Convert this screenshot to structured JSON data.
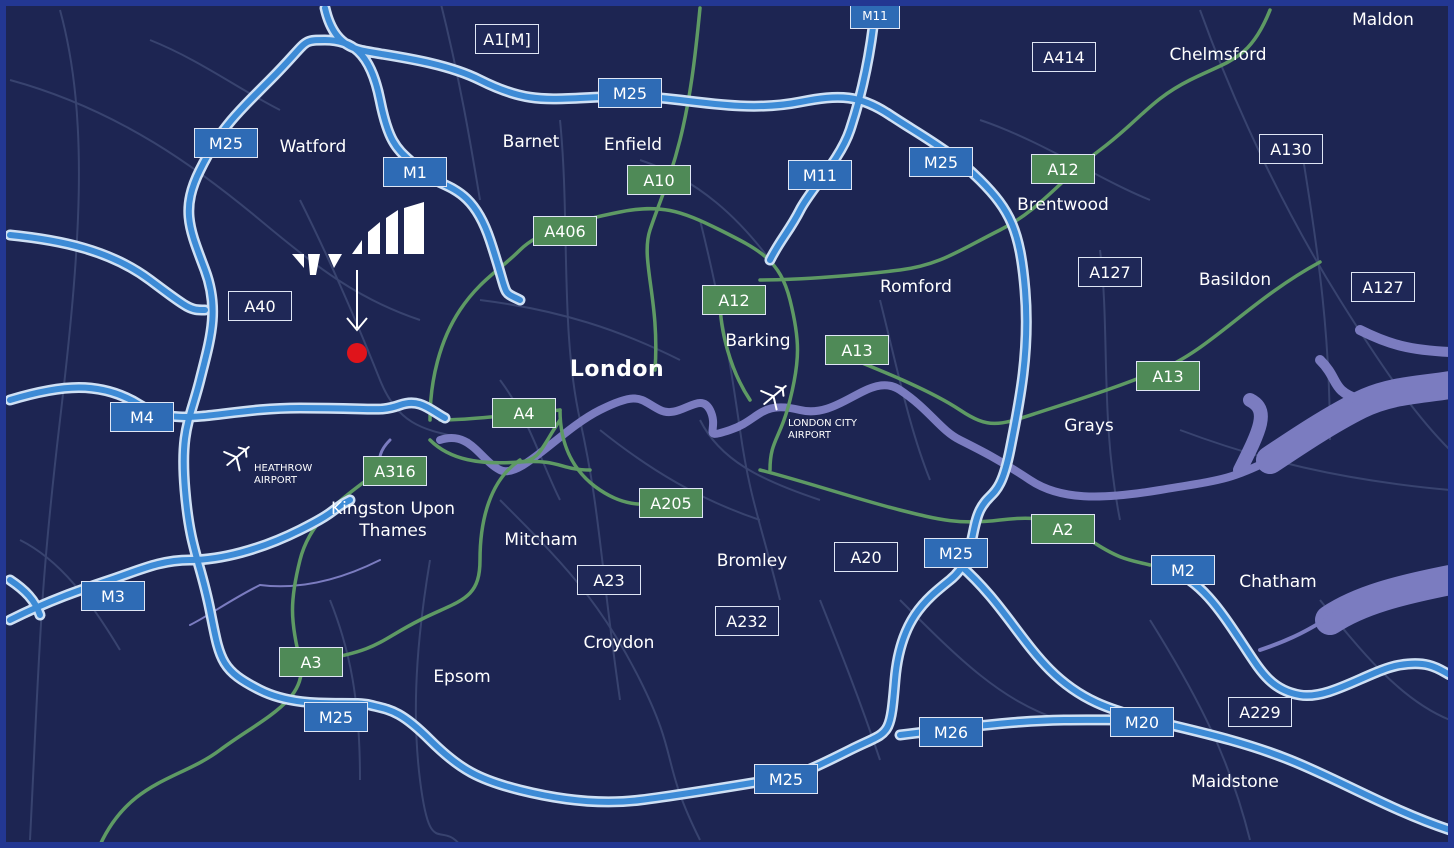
{
  "map": {
    "main_city": "London",
    "colors": {
      "background": "#1d2552",
      "minor_road": "#38436f",
      "motorway": "#3d8bd6",
      "primary_road": "#5e9a64",
      "river": "#7b7cc0",
      "marker": "#e0141b"
    },
    "places": [
      {
        "name": "Maldon"
      },
      {
        "name": "Chelmsford"
      },
      {
        "name": "Watford"
      },
      {
        "name": "Barnet"
      },
      {
        "name": "Enfield"
      },
      {
        "name": "Brentwood"
      },
      {
        "name": "Romford"
      },
      {
        "name": "Basildon"
      },
      {
        "name": "Barking"
      },
      {
        "name": "Grays"
      },
      {
        "name": "Kingston Upon Thames"
      },
      {
        "name": "Mitcham"
      },
      {
        "name": "Bromley"
      },
      {
        "name": "Chatham"
      },
      {
        "name": "Croydon"
      },
      {
        "name": "Epsom"
      },
      {
        "name": "Maidstone"
      }
    ],
    "airports": [
      {
        "name": "HEATHROW AIRPORT",
        "icon": "airplane-icon"
      },
      {
        "name": "LONDON CITY AIRPORT",
        "icon": "airplane-icon"
      }
    ],
    "road_badges": [
      {
        "label": "M11",
        "kind": "motorway"
      },
      {
        "label": "A1[M]",
        "kind": "other"
      },
      {
        "label": "M25",
        "kind": "motorway"
      },
      {
        "label": "A414",
        "kind": "other"
      },
      {
        "label": "M25",
        "kind": "motorway"
      },
      {
        "label": "M1",
        "kind": "motorway"
      },
      {
        "label": "A10",
        "kind": "primary"
      },
      {
        "label": "M11",
        "kind": "motorway"
      },
      {
        "label": "M25",
        "kind": "motorway"
      },
      {
        "label": "A12",
        "kind": "primary"
      },
      {
        "label": "A130",
        "kind": "other"
      },
      {
        "label": "A406",
        "kind": "primary"
      },
      {
        "label": "A127",
        "kind": "other"
      },
      {
        "label": "A127",
        "kind": "other"
      },
      {
        "label": "A40",
        "kind": "other"
      },
      {
        "label": "A12",
        "kind": "primary"
      },
      {
        "label": "A13",
        "kind": "primary"
      },
      {
        "label": "A13",
        "kind": "primary"
      },
      {
        "label": "M4",
        "kind": "motorway"
      },
      {
        "label": "A4",
        "kind": "primary"
      },
      {
        "label": "A316",
        "kind": "primary"
      },
      {
        "label": "A205",
        "kind": "primary"
      },
      {
        "label": "A2",
        "kind": "primary"
      },
      {
        "label": "M25",
        "kind": "motorway"
      },
      {
        "label": "A20",
        "kind": "other"
      },
      {
        "label": "M2",
        "kind": "motorway"
      },
      {
        "label": "A23",
        "kind": "other"
      },
      {
        "label": "M3",
        "kind": "motorway"
      },
      {
        "label": "A232",
        "kind": "other"
      },
      {
        "label": "A3",
        "kind": "primary"
      },
      {
        "label": "M25",
        "kind": "motorway"
      },
      {
        "label": "M26",
        "kind": "motorway"
      },
      {
        "label": "M20",
        "kind": "motorway"
      },
      {
        "label": "A229",
        "kind": "other"
      },
      {
        "label": "M25",
        "kind": "motorway"
      }
    ],
    "logo": {
      "icon": "company-logo-icon"
    },
    "location_marker": {
      "icon": "location-dot-icon",
      "arrow": "arrow-down-icon"
    }
  }
}
